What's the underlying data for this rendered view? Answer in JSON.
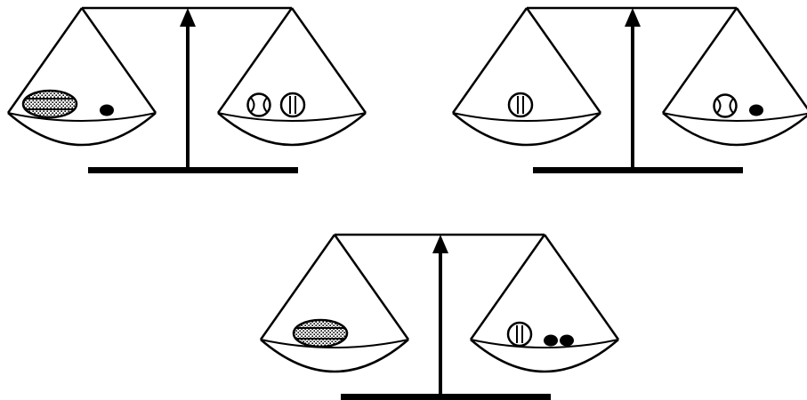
{
  "colors": {
    "ink": "#000000",
    "paper": "#ffffff"
  },
  "scales": [
    {
      "id": "scale-1",
      "left_pan": [
        "football",
        "marble"
      ],
      "right_pan": [
        "baseball",
        "tennis-ball"
      ]
    },
    {
      "id": "scale-2",
      "left_pan": [
        "tennis-ball"
      ],
      "right_pan": [
        "baseball",
        "marble"
      ]
    },
    {
      "id": "scale-3",
      "left_pan": [
        "football"
      ],
      "right_pan": [
        "tennis-ball",
        "marble",
        "marble"
      ]
    }
  ]
}
